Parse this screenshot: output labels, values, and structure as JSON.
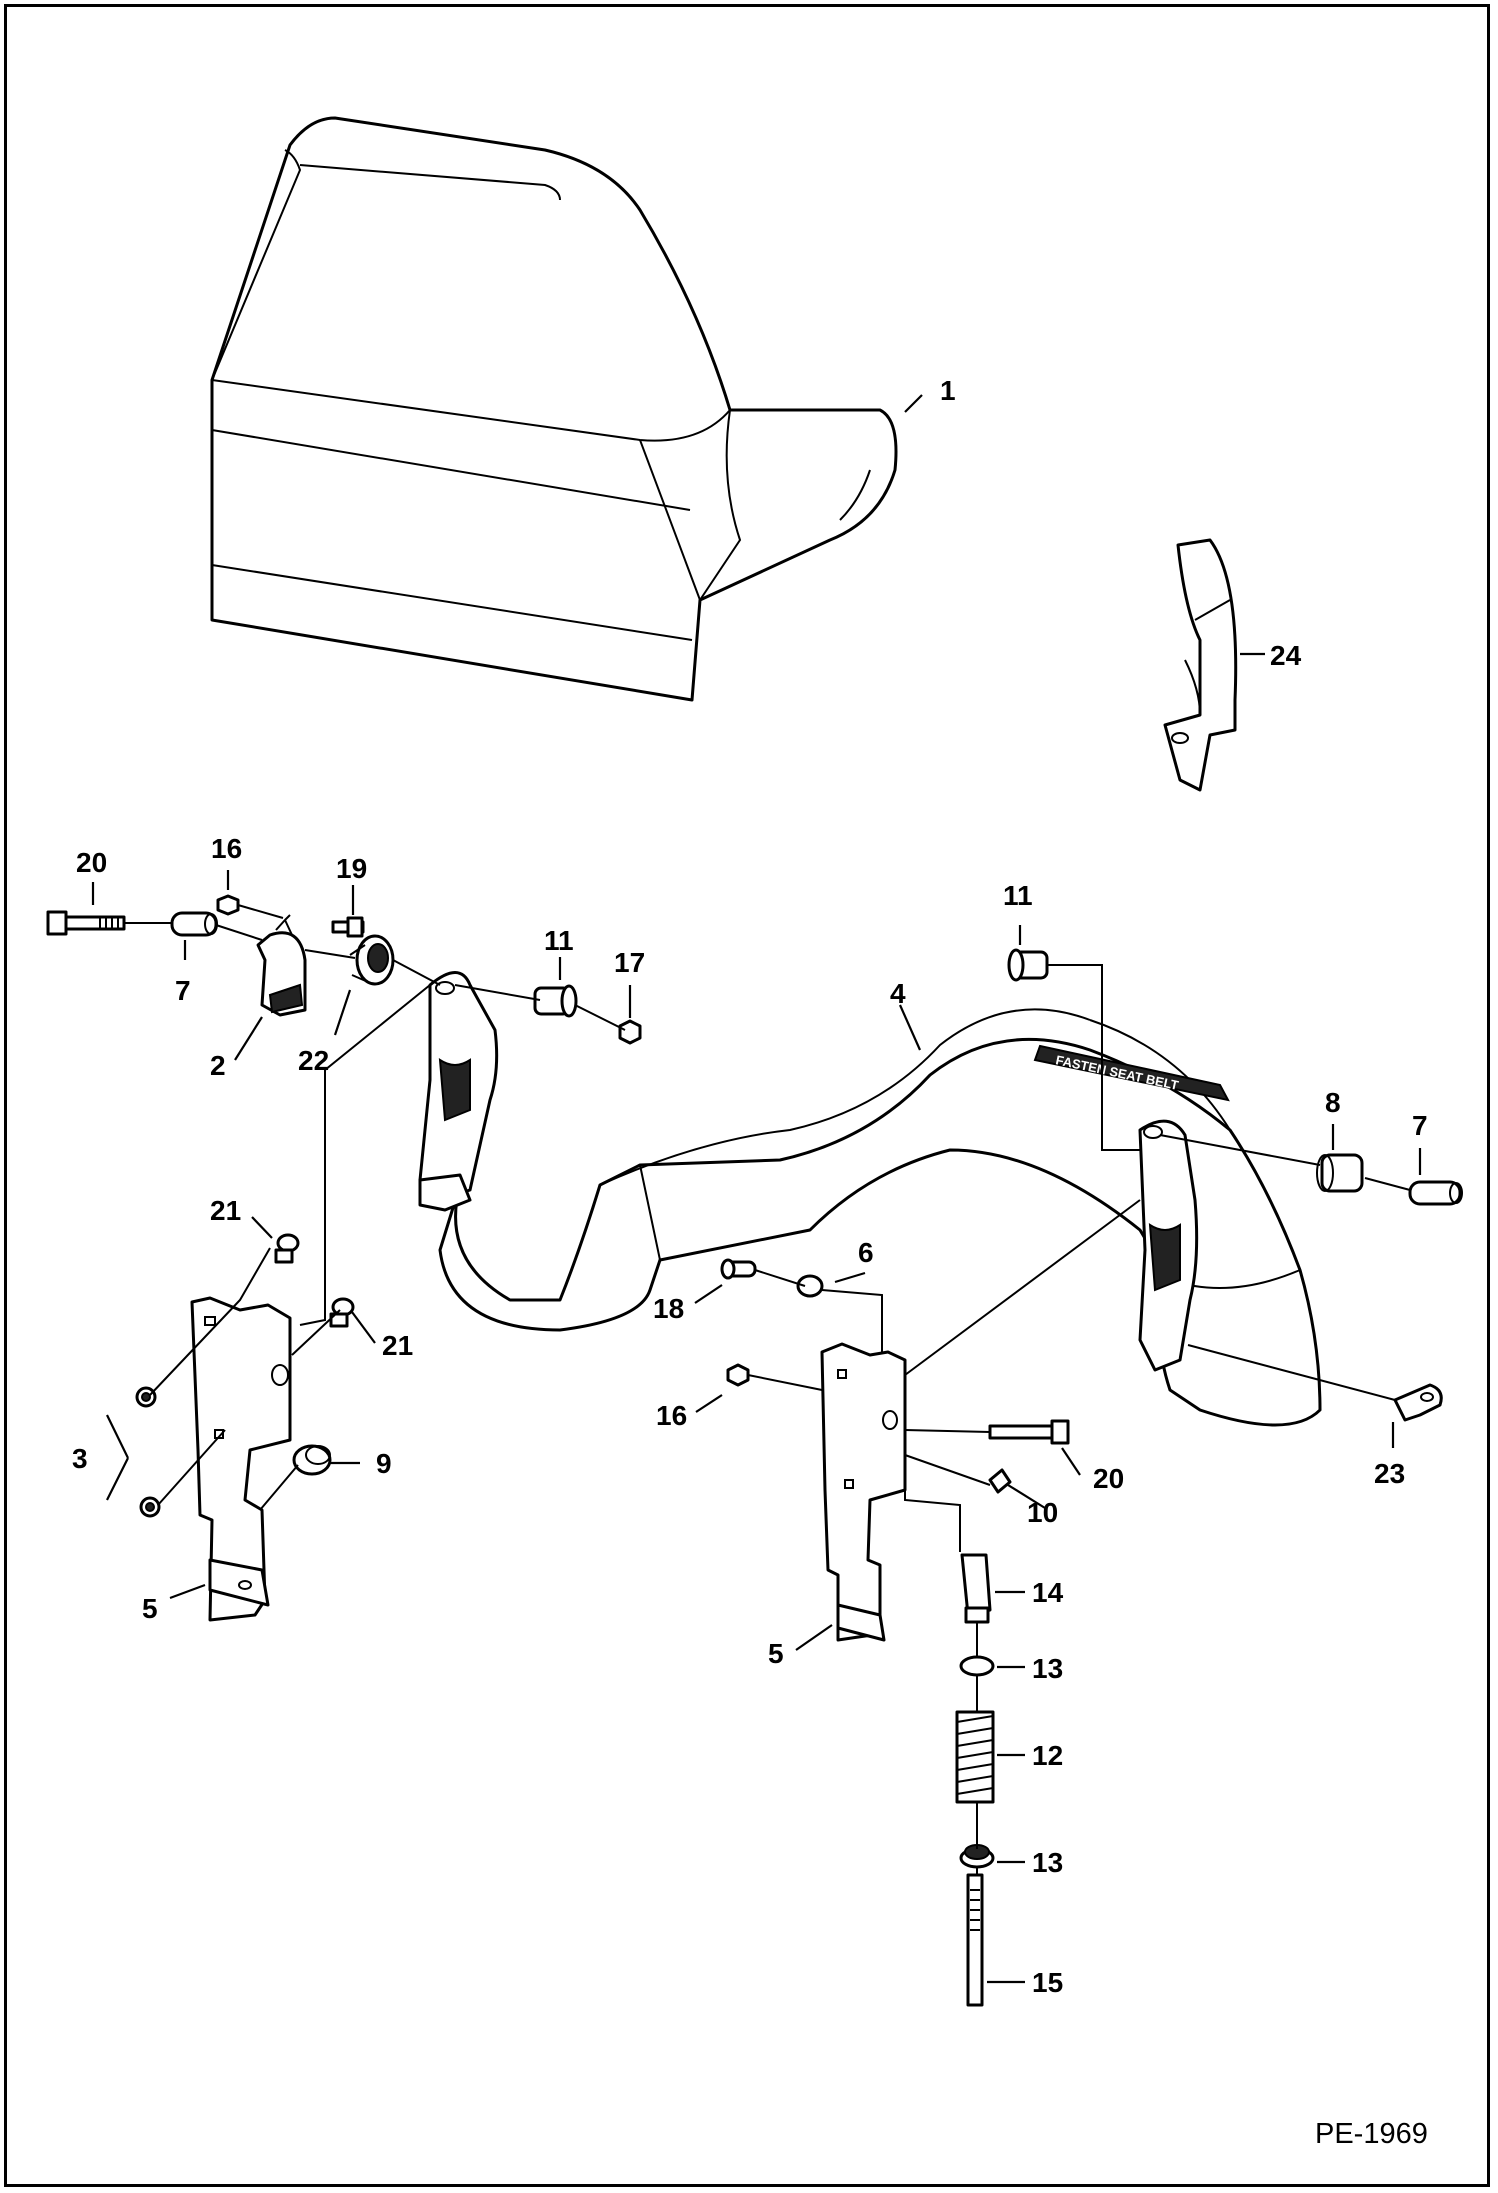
{
  "drawing_code": "PE-1969",
  "callouts": [
    {
      "id": "c1",
      "label": "1"
    },
    {
      "id": "c24",
      "label": "24"
    },
    {
      "id": "c20a",
      "label": "20"
    },
    {
      "id": "c16a",
      "label": "16"
    },
    {
      "id": "c19",
      "label": "19"
    },
    {
      "id": "c7a",
      "label": "7"
    },
    {
      "id": "c2",
      "label": "2"
    },
    {
      "id": "c22",
      "label": "22"
    },
    {
      "id": "c11a",
      "label": "11"
    },
    {
      "id": "c17",
      "label": "17"
    },
    {
      "id": "c11b",
      "label": "11"
    },
    {
      "id": "c4",
      "label": "4"
    },
    {
      "id": "c8",
      "label": "8"
    },
    {
      "id": "c7b",
      "label": "7"
    },
    {
      "id": "c21a",
      "label": "21"
    },
    {
      "id": "c21b",
      "label": "21"
    },
    {
      "id": "c3",
      "label": "3"
    },
    {
      "id": "c9",
      "label": "9"
    },
    {
      "id": "c5a",
      "label": "5"
    },
    {
      "id": "c6",
      "label": "6"
    },
    {
      "id": "c18",
      "label": "18"
    },
    {
      "id": "c16b",
      "label": "16"
    },
    {
      "id": "c20b",
      "label": "20"
    },
    {
      "id": "c10",
      "label": "10"
    },
    {
      "id": "c23",
      "label": "23"
    },
    {
      "id": "c14",
      "label": "14"
    },
    {
      "id": "c5b",
      "label": "5"
    },
    {
      "id": "c13a",
      "label": "13"
    },
    {
      "id": "c12",
      "label": "12"
    },
    {
      "id": "c13b",
      "label": "13"
    },
    {
      "id": "c15",
      "label": "15"
    }
  ],
  "belt_text": "FASTEN SEAT BELT"
}
